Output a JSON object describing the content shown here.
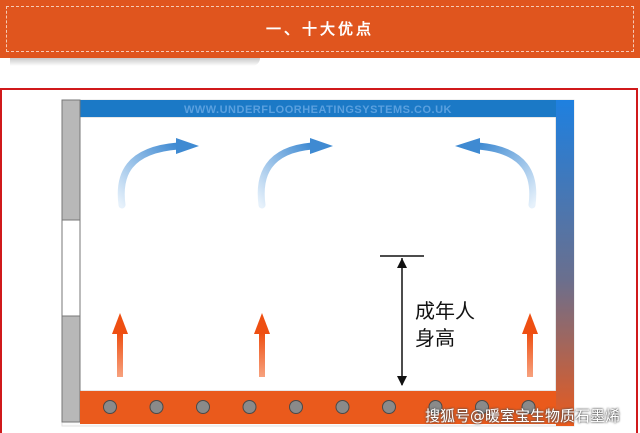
{
  "header": {
    "title": "一、十大优点",
    "band_color": "#e0551e"
  },
  "diagram": {
    "top_label": "WWW.UNDERFLOORHEATINGSYSTEMS.CO.UK",
    "height_label_line1": "成年人",
    "height_label_line2": "身高",
    "frame_color": "#d0191b",
    "floor_color": "#ea5a1c",
    "ceiling_color": "#1b79c6",
    "warm_arrow_color": "#f0581c",
    "cool_arrow_color": "#4a90d4",
    "floor_pipe_count": 10
  },
  "watermark": {
    "text": "搜狐号@暖室宝生物质石墨烯"
  }
}
